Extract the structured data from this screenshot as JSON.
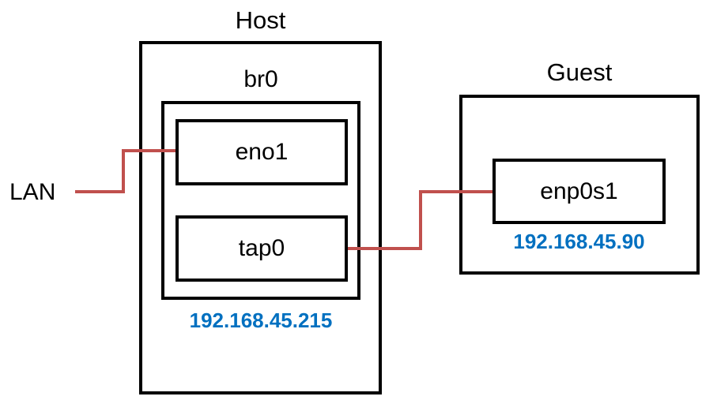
{
  "diagram": {
    "host": {
      "label": "Host",
      "bridge": {
        "label": "br0",
        "interfaces": [
          {
            "label": "eno1"
          },
          {
            "label": "tap0"
          }
        ],
        "ip": "192.168.45.215"
      }
    },
    "guest": {
      "label": "Guest",
      "interface": {
        "label": "enp0s1"
      },
      "ip": "192.168.45.90"
    },
    "lan": {
      "label": "LAN"
    },
    "connections": [
      {
        "from": "LAN",
        "to": "eno1"
      },
      {
        "from": "tap0",
        "to": "enp0s1"
      }
    ],
    "colors": {
      "connector": "#c0504d",
      "ip_text": "#0070c0",
      "box_border": "#000000"
    }
  }
}
